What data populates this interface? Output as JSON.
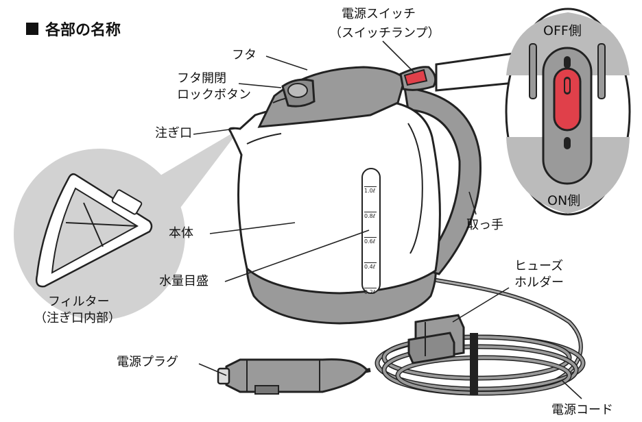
{
  "title": "各部の名称",
  "labels": {
    "lid": "フタ",
    "lid_lock_line1": "フタ開閉",
    "lid_lock_line2": "ロックボタン",
    "spout": "注ぎ口",
    "power_switch_line1": "電源スイッチ",
    "power_switch_line2": "（スイッチランプ）",
    "off_side": "OFF側",
    "on_side": "ON側",
    "body": "本体",
    "gauge": "水量目盛",
    "handle": "取っ手",
    "fuse_line1": "ヒューズ",
    "fuse_line2": "ホルダー",
    "filter_line1": "フィルター",
    "filter_line2": "（注ぎ口内部）",
    "plug": "電源プラグ",
    "cord": "電源コード"
  },
  "gauge_marks": [
    "1.0ℓ",
    "0.8ℓ",
    "0.6ℓ",
    "0.4ℓ",
    "0.2ℓ"
  ],
  "colors": {
    "line": "#222222",
    "grey": "#9a9a9a",
    "light_grey": "#cfcfcf",
    "switch_red": "#e0404a"
  }
}
